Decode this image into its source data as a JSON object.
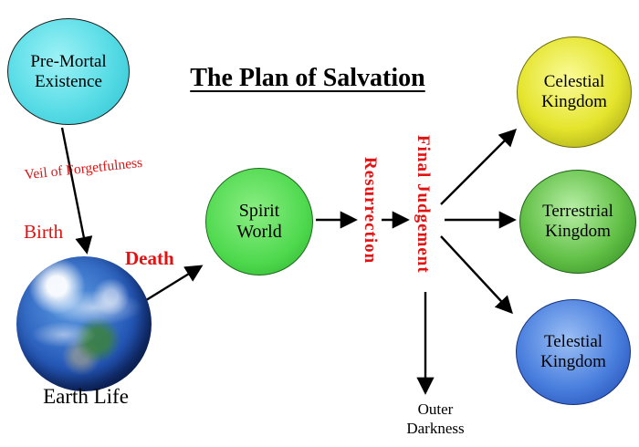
{
  "title": "The Plan of Salvation",
  "nodes": {
    "premortal": {
      "label": "Pre-Mortal Existence",
      "fill": "#58dce6"
    },
    "spirit_world": {
      "label": "Spirit World",
      "fill": "#4fd94f"
    },
    "celestial": {
      "label": "Celestial Kingdom",
      "fill": "#e4e42c"
    },
    "terrestrial": {
      "label": "Terrestrial Kingdom",
      "fill": "#63c148"
    },
    "telestial": {
      "label": "Telestial Kingdom",
      "fill": "#4a7fde"
    },
    "earth_life": {
      "label": "Earth Life"
    },
    "outer_darkness": {
      "label": "Outer Darkness"
    }
  },
  "labels": {
    "veil": "Veil of Forgetfulness",
    "birth": "Birth",
    "death": "Death",
    "resurrection": "Resurrection",
    "final_judgement": "Final Judgement"
  },
  "colors": {
    "label_red": "#e01212",
    "text": "#000000",
    "background": "#ffffff",
    "arrow": "#000000"
  }
}
